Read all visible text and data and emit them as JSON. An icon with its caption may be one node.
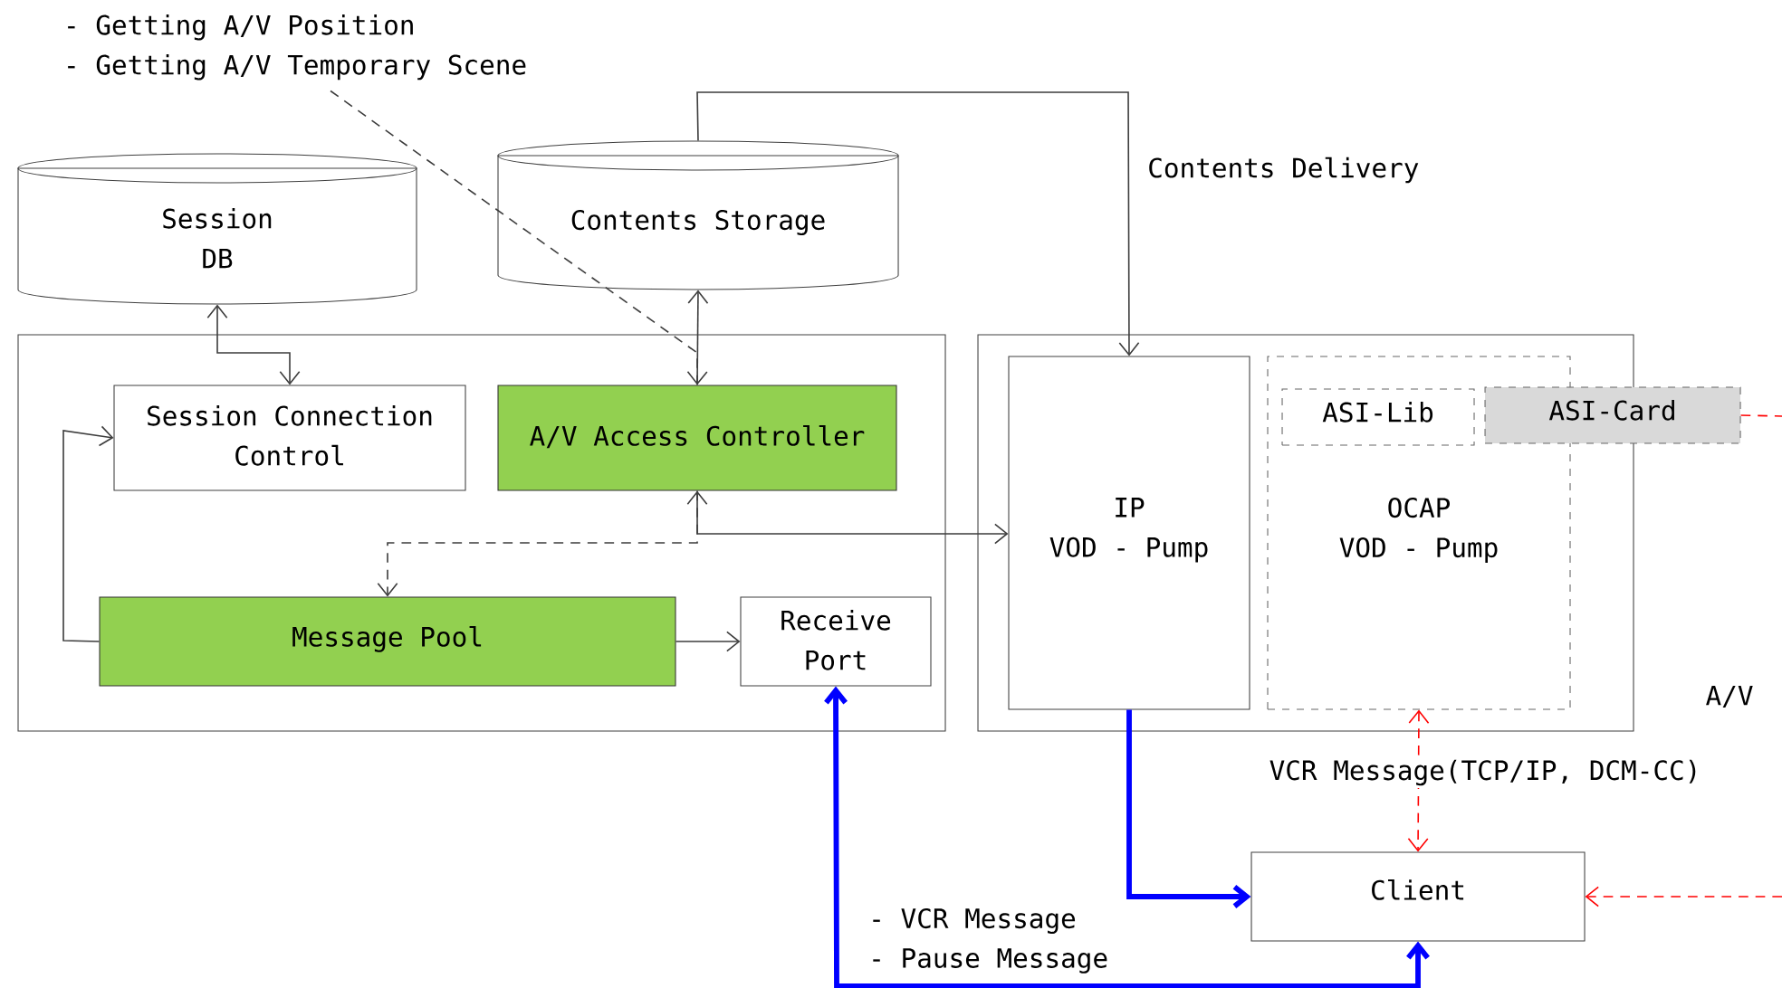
{
  "diagram": {
    "nodes": [
      {
        "text": [
          "Session DB"
        ]
      },
      {
        "text": [
          "Contents Storage"
        ]
      },
      {
        "text": [],
        "shape": "box"
      },
      {
        "text": [
          "Session Connection Control"
        ],
        "in": 2
      },
      {
        "text": [
          "A/V Access Controller"
        ],
        "in": 2
      },
      {
        "text": [
          "Message Pool"
        ],
        "in": 2
      },
      {
        "text": [
          "Receive Port"
        ],
        "in": 2
      },
      {
        "text": [],
        "shape": "box",
        "beside": [
          "A/V"
        ]
      },
      {
        "text": [
          "IP",
          "VOD - Pump"
        ],
        "in": 7
      },
      {
        "text": [
          "OCAP",
          "VOD - Pump"
        ],
        "in": 7
      },
      {
        "text": [
          "ASI-Lib"
        ],
        "in": 9
      },
      {
        "text": [
          "ASI-Card"
        ]
      },
      {
        "text": [
          "Client"
        ]
      },
      {
        "text": [
          "- Getting A/V Position",
          "- Getting A/V Temporary Scene"
        ]
      }
    ],
    "edges": [
      {
        "from": 0,
        "to": 3,
        "arrow": "both"
      },
      {
        "from": 1,
        "to": 4,
        "arrow": "both"
      },
      {
        "from": 1,
        "to": 8,
        "arrow": "to",
        "label": "Contents Delivery"
      },
      {
        "from": 4,
        "to": 8,
        "arrow": "both"
      },
      {
        "from": 4,
        "to": 5,
        "arrow": "to",
        "style": "dashed"
      },
      {
        "from": 5,
        "to": 3,
        "arrow": "to"
      },
      {
        "from": 5,
        "to": 6,
        "arrow": "to"
      },
      {
        "from": 12,
        "to": 6,
        "arrow": "both",
        "style": "thick",
        "color": "#0000ff"
      },
      {
        "from": 8,
        "to": 12,
        "arrow": "to",
        "style": "thick",
        "color": "#0000ff"
      },
      {
        "from": 9,
        "to": 12,
        "arrow": "both",
        "style": "dashed",
        "color": "#ff0000",
        "label": "VCR Message(TCP/IP, DCM-CC)"
      },
      {
        "from": 11,
        "to": null,
        "arrow": "none",
        "style": "dashed",
        "color": "#ff0000"
      },
      {
        "from": null,
        "to": 12,
        "arrow": "to",
        "style": "dashed",
        "color": "#ff0000"
      },
      {
        "from": 13,
        "to": 4,
        "arrow": "none",
        "style": "dashed"
      }
    ],
    "labels": [
      "- VCR Message",
      "- Pause Message"
    ]
  }
}
